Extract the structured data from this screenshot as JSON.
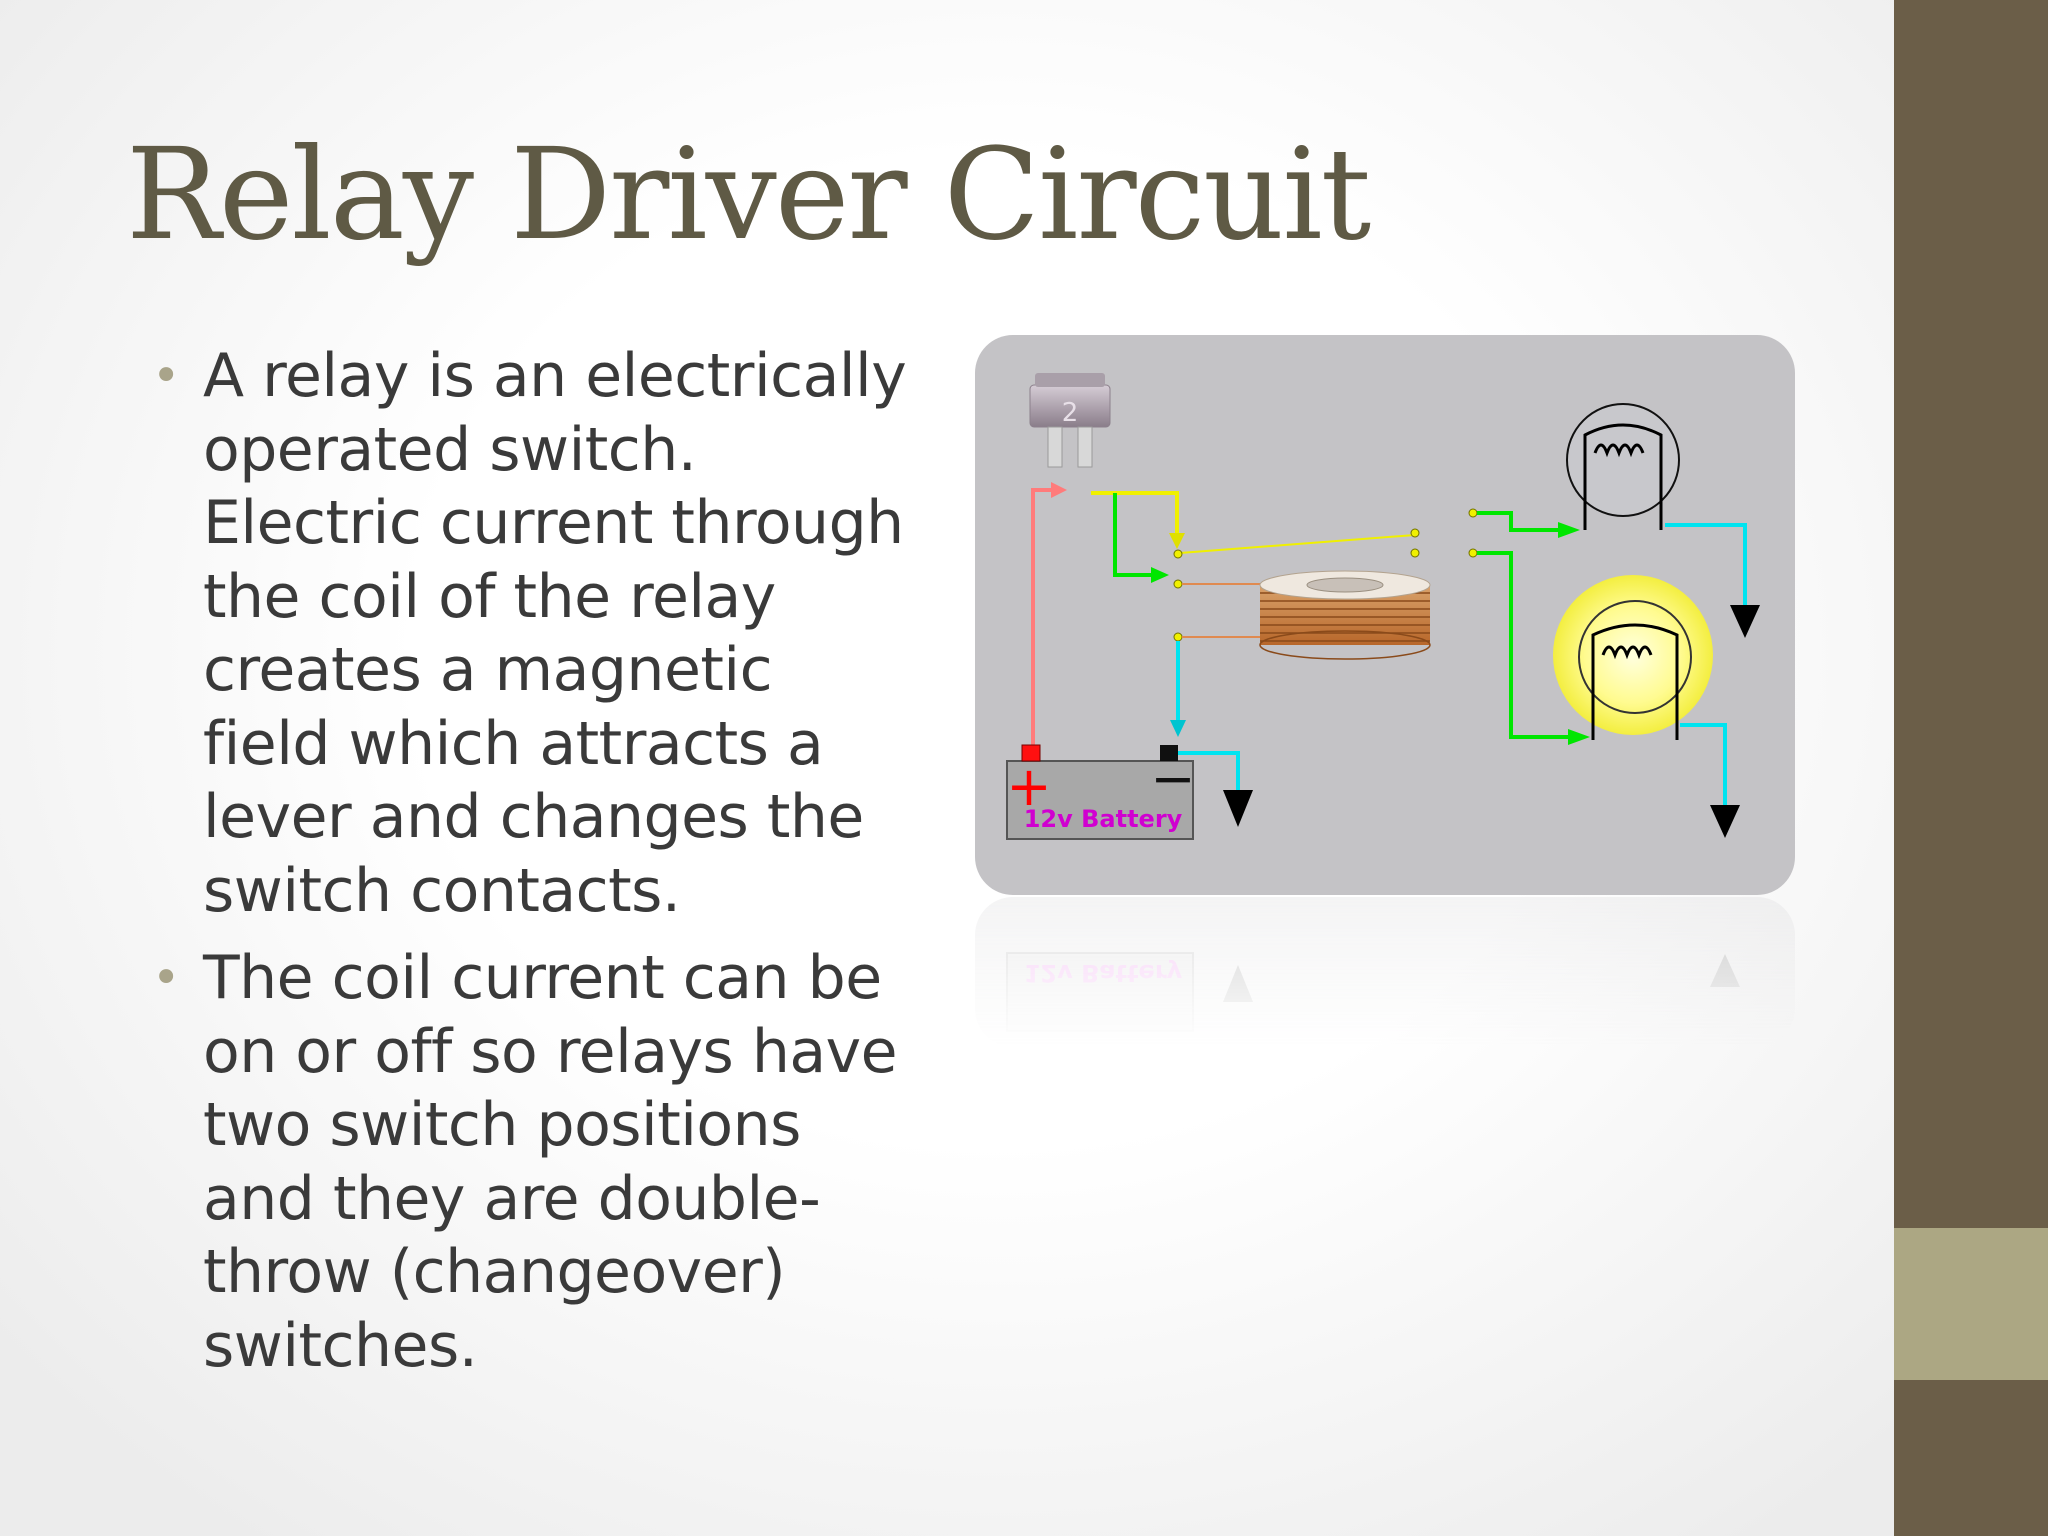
{
  "slide": {
    "title": "Relay Driver Circuit",
    "bullets": [
      "A relay is an electrically operated switch. Electric current through the coil of the relay creates a magnetic field which attracts a lever and changes the switch contacts.",
      "The coil current can be on or off so relays have two switch positions and they are double-throw (changeover) switches."
    ]
  },
  "diagram": {
    "battery_label": "12v Battery",
    "fuse_label": "2",
    "plus_symbol": "+",
    "minus_symbol": "−",
    "reflection_label": "12v Battery"
  },
  "colors": {
    "sidebar": "#6b5e48",
    "sidebar_accent": "#aca783",
    "title": "#5f5a45",
    "body_text": "#3a3a3a",
    "bullet": "#a9a48a",
    "diagram_bg": "#c4c3c6",
    "wire_green": "#00e600",
    "wire_cyan": "#00e4f0",
    "wire_yellow": "#f0f000",
    "wire_red": "#ff6a6a",
    "battery_label": "#d000d0"
  }
}
